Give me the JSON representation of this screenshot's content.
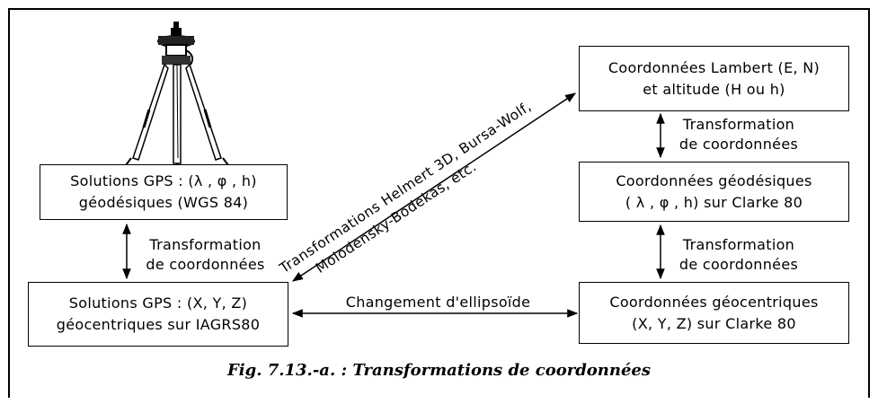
{
  "boxes": {
    "gps_geodetic": {
      "line1": "Solutions GPS : (λ , φ , h)",
      "line2": "géodésiques (WGS 84)"
    },
    "gps_geocentric": {
      "line1": "Solutions GPS : (X, Y, Z)",
      "line2": "géocentriques sur IAGRS80"
    },
    "lambert": {
      "line1": "Coordonnées Lambert (E, N)",
      "line2": "et altitude (H ou h)"
    },
    "clarke_geodetic": {
      "line1": "Coordonnées géodésiques",
      "line2": "( λ , φ , h) sur Clarke 80"
    },
    "clarke_geocentric": {
      "line1": "Coordonnées géocentriques",
      "line2": "(X, Y, Z) sur Clarke 80"
    }
  },
  "arrow_labels": {
    "left_transform": {
      "line1": "Transformation",
      "line2": "de coordonnées"
    },
    "right_upper_transform": {
      "line1": "Transformation",
      "line2": "de coordonnées"
    },
    "right_lower_transform": {
      "line1": "Transformation",
      "line2": "de coordonnées"
    },
    "ellipsoid_change": "Changement d'ellipsoïde",
    "diagonal_line1": "Transformations Helmert 3D, Bursa-Wolf,",
    "diagonal_line2": "Molodensky-Bodekas, etc."
  },
  "caption": "Fig. 7.13.-a. : Transformations de coordonnées",
  "icons": {
    "receiver": "gps-tripod-icon"
  }
}
